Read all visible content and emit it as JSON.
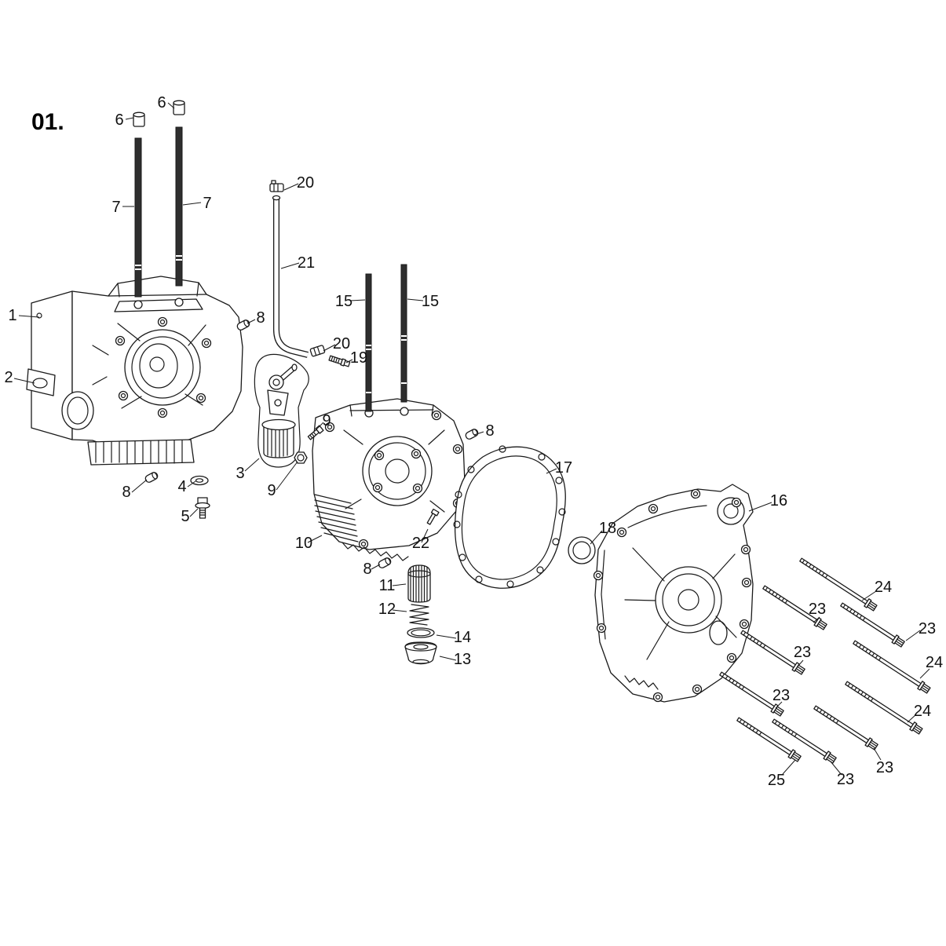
{
  "figure": {
    "title": "01."
  },
  "callouts": {
    "p1": "1",
    "p2": "2",
    "p3": "3",
    "p4": "4",
    "p5": "5",
    "p6a": "6",
    "p6b": "6",
    "p7a": "7",
    "p7b": "7",
    "p8a": "8",
    "p8b": "8",
    "p8c": "8",
    "p8d": "8",
    "p9a": "9",
    "p9b": "9",
    "p10": "10",
    "p11": "11",
    "p12": "12",
    "p13": "13",
    "p14": "14",
    "p15a": "15",
    "p15b": "15",
    "p16": "16",
    "p17": "17",
    "p18": "18",
    "p19": "19",
    "p20a": "20",
    "p20b": "20",
    "p21": "21",
    "p22": "22",
    "p23a": "23",
    "p23b": "23",
    "p23c": "23",
    "p23d": "23",
    "p23e": "23",
    "p23f": "23",
    "p24a": "24",
    "p24b": "24",
    "p24c": "24",
    "p25": "25"
  }
}
